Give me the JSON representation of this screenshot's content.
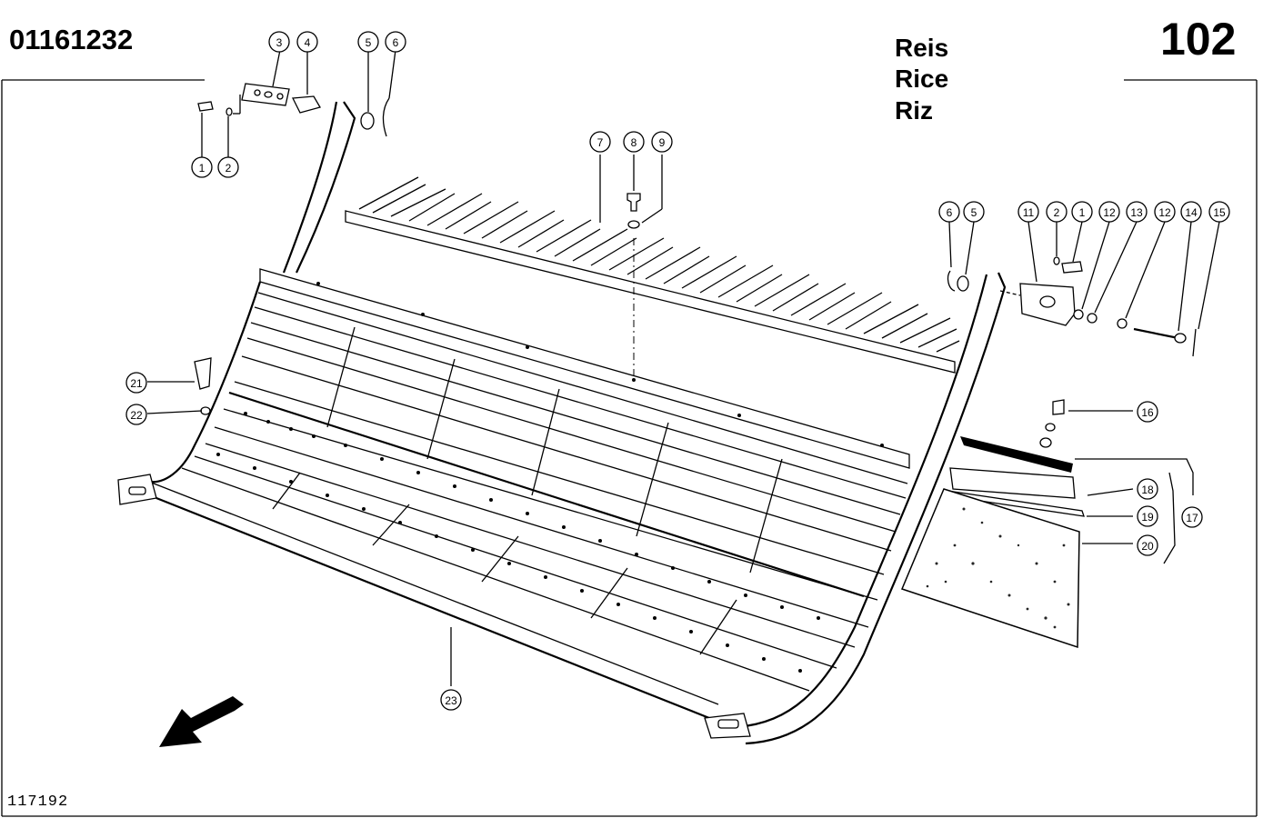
{
  "header": {
    "part_number": "01161232",
    "page_number": "102",
    "languages": [
      "Reis",
      "Rice",
      "Riz"
    ]
  },
  "footer": {
    "drawing_number": "117192"
  },
  "callouts": [
    "1",
    "2",
    "3",
    "4",
    "5",
    "6",
    "7",
    "8",
    "9",
    "11",
    "2",
    "1",
    "12",
    "13",
    "12",
    "14",
    "15",
    "6",
    "5",
    "16",
    "17",
    "18",
    "19",
    "20",
    "21",
    "22",
    "23",
    "1",
    "2"
  ]
}
